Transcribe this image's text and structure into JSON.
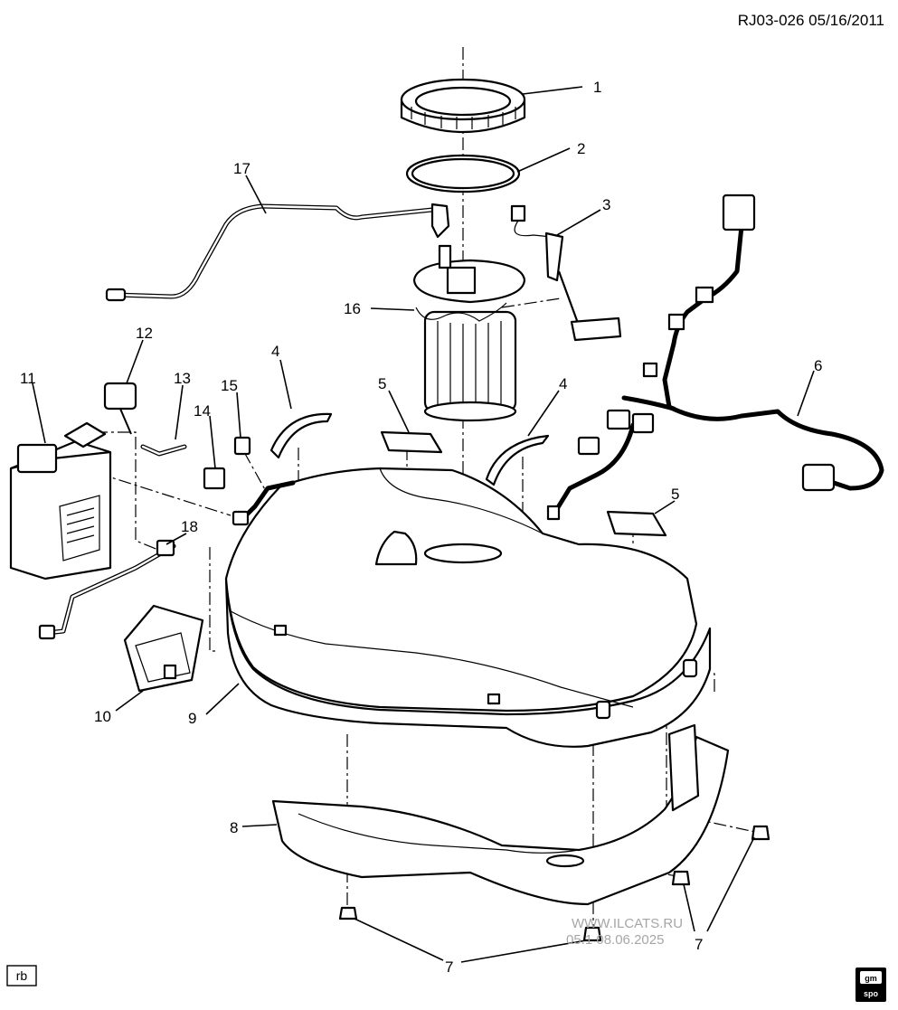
{
  "header": {
    "drawing_ref": "RJ03-026 05/16/2011"
  },
  "callouts": {
    "c1": "1",
    "c2": "2",
    "c3": "3",
    "c4a": "4",
    "c4b": "4",
    "c5a": "5",
    "c5b": "5",
    "c6": "6",
    "c7a": "7",
    "c7b": "7",
    "c8": "8",
    "c9": "9",
    "c10": "10",
    "c11": "11",
    "c12": "12",
    "c13": "13",
    "c14": "14",
    "c15": "15",
    "c16": "16",
    "c17": "17",
    "c18": "18"
  },
  "watermark": {
    "line1": "WWW.ILCATS.RU",
    "line2": "05.1 08.06.2025"
  },
  "footer": {
    "badge": "rb",
    "logo_top": "gm",
    "logo_bottom": "spo"
  },
  "colors": {
    "ink": "#000000",
    "paper": "#ffffff",
    "watermark": "#a6a6a6"
  }
}
